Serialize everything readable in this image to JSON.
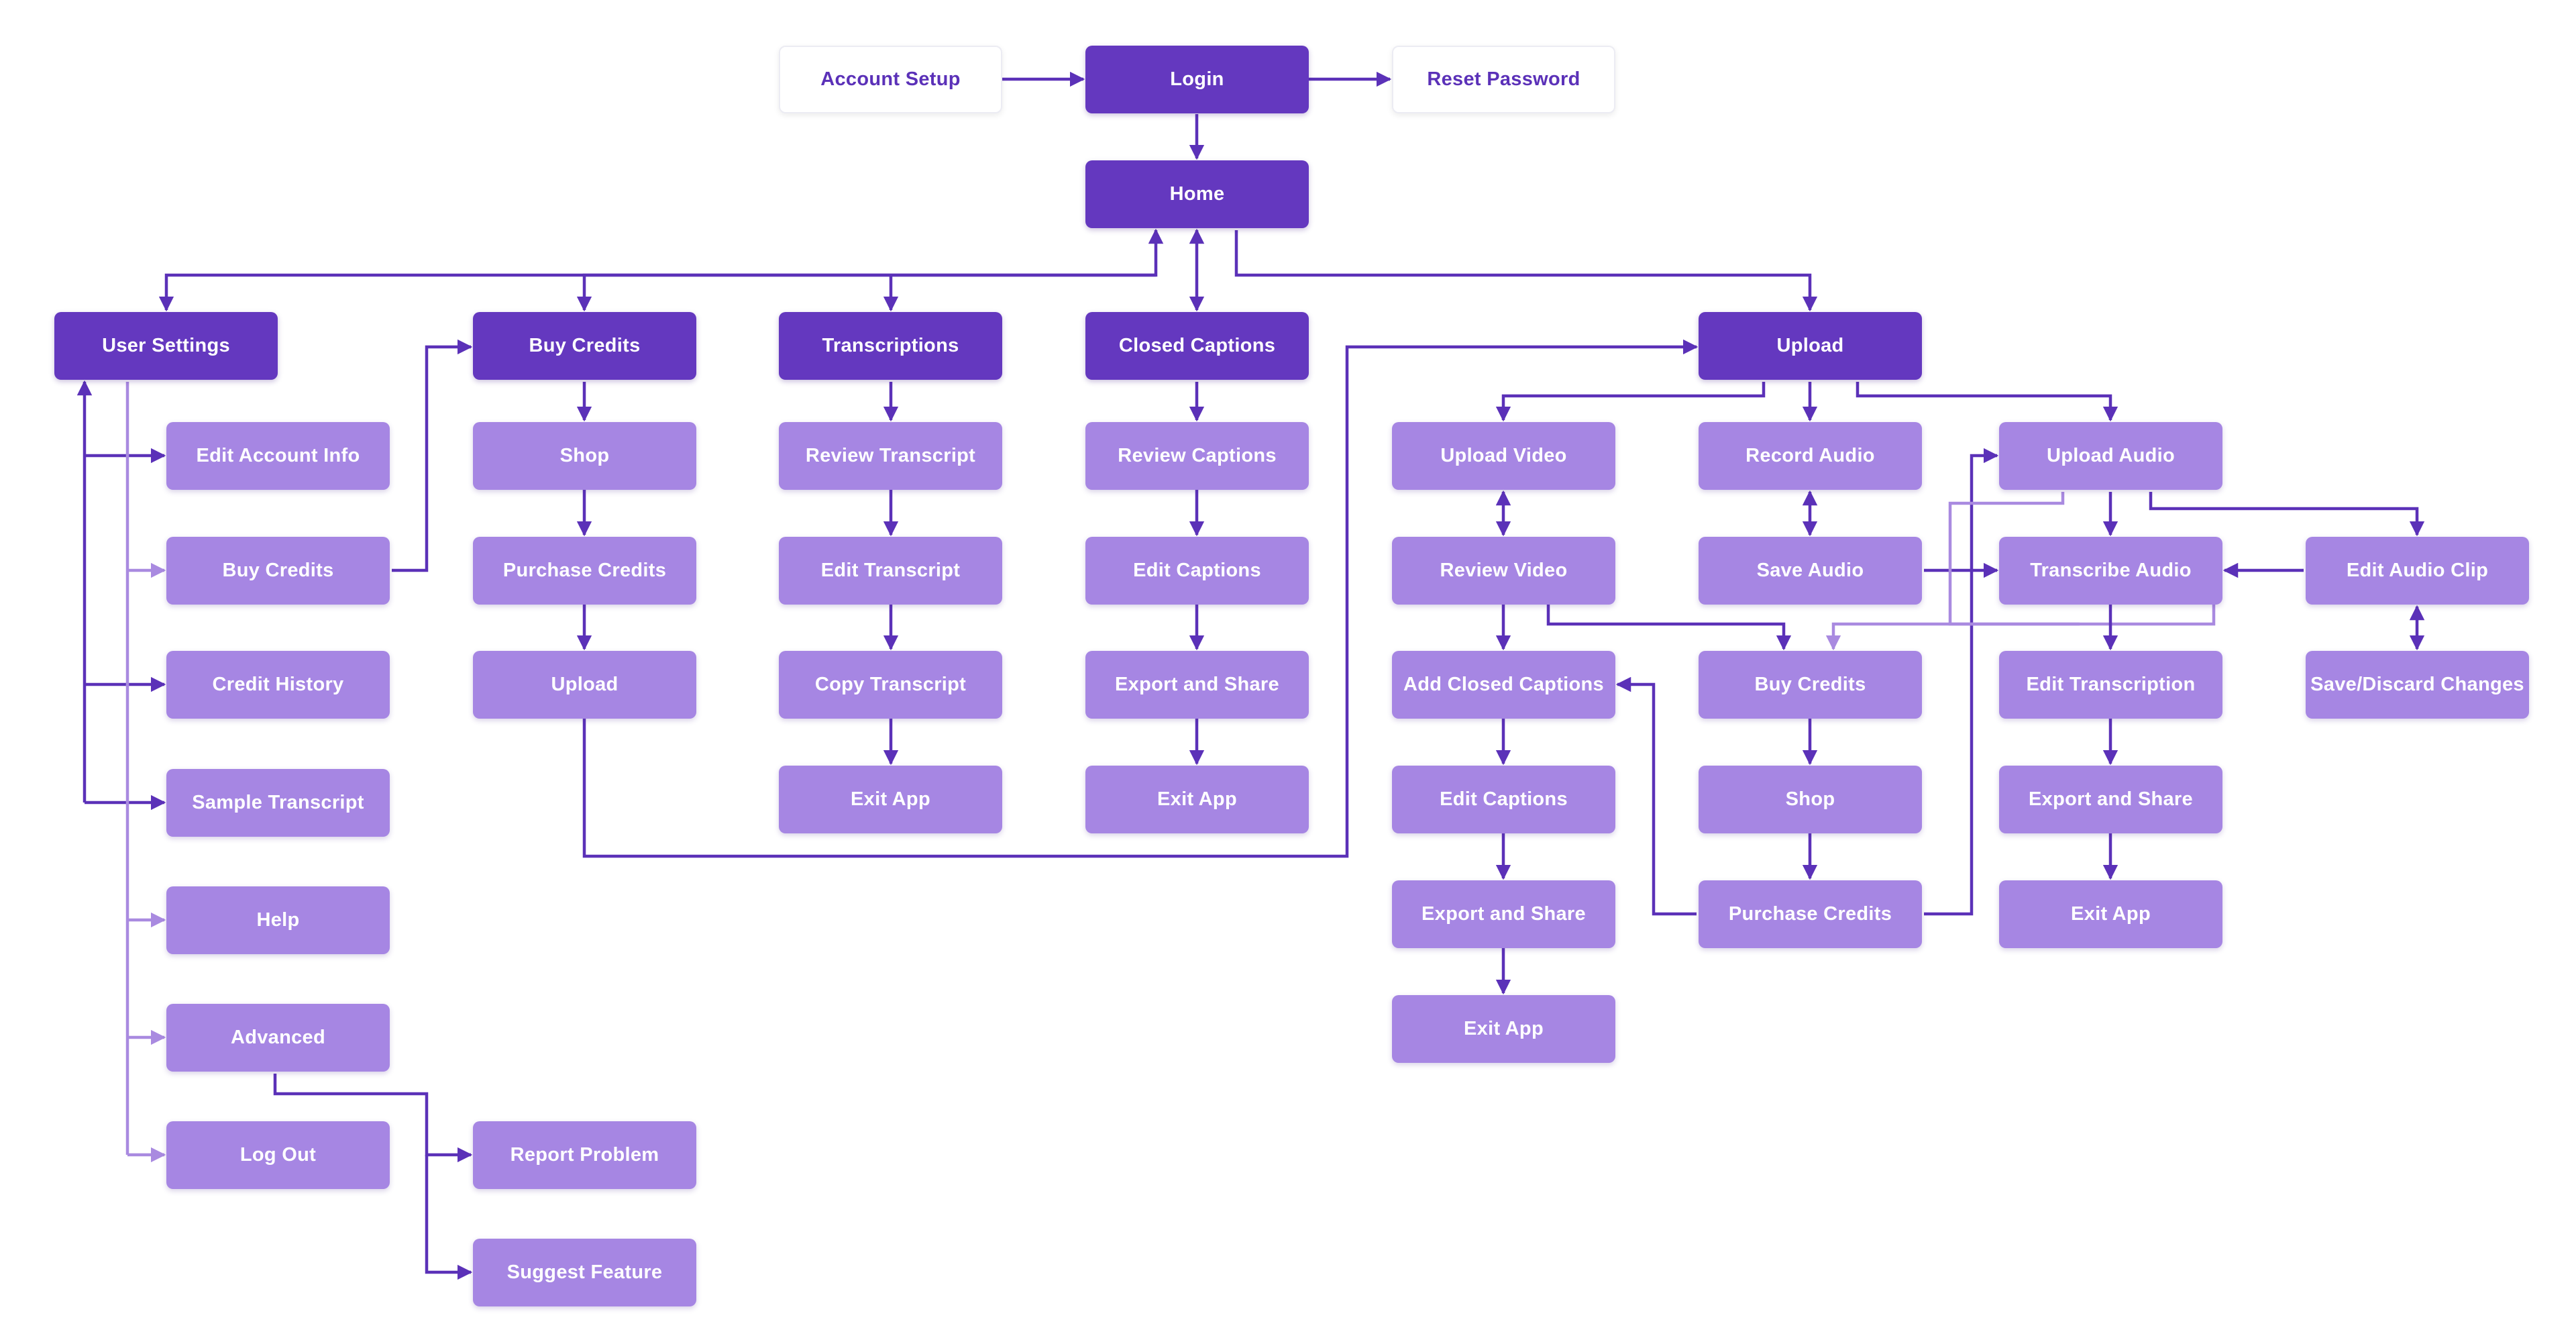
{
  "colors": {
    "primary": "#6438bf",
    "secondary": "#a686e3",
    "line": "#5b31b8",
    "line_light": "#a98ae0",
    "outline_text": "#5b31b8"
  },
  "nodes": {
    "account_setup": "Account Setup",
    "login": "Login",
    "reset_password": "Reset Password",
    "home": "Home",
    "user_settings": "User Settings",
    "buy_credits": "Buy Credits",
    "transcriptions": "Transcriptions",
    "closed_captions": "Closed Captions",
    "upload": "Upload",
    "edit_account_info": "Edit Account Info",
    "us_buy_credits": "Buy Credits",
    "credit_history": "Credit History",
    "sample_transcript": "Sample Transcript",
    "help": "Help",
    "advanced": "Advanced",
    "log_out": "Log Out",
    "report_problem": "Report Problem",
    "suggest_feature": "Suggest Feature",
    "bc_shop": "Shop",
    "bc_purchase_credits": "Purchase Credits",
    "bc_upload": "Upload",
    "review_transcript": "Review Transcript",
    "edit_transcript": "Edit Transcript",
    "copy_transcript": "Copy Transcript",
    "tr_exit_app": "Exit App",
    "review_captions": "Review Captions",
    "cc_edit_captions": "Edit Captions",
    "cc_export_share": "Export and Share",
    "cc_exit_app": "Exit App",
    "upload_video": "Upload Video",
    "review_video": "Review Video",
    "add_closed_captions": "Add Closed Captions",
    "uv_edit_captions": "Edit Captions",
    "uv_export_share": "Export and Share",
    "uv_exit_app": "Exit App",
    "record_audio": "Record Audio",
    "save_audio": "Save Audio",
    "up_buy_credits": "Buy Credits",
    "up_shop": "Shop",
    "up_purchase_credits": "Purchase Credits",
    "upload_audio": "Upload Audio",
    "transcribe_audio": "Transcribe Audio",
    "edit_transcription": "Edit Transcription",
    "ua_export_share": "Export and Share",
    "ua_exit_app": "Exit App",
    "edit_audio_clip": "Edit Audio Clip",
    "save_discard_changes": "Save/Discard Changes"
  }
}
